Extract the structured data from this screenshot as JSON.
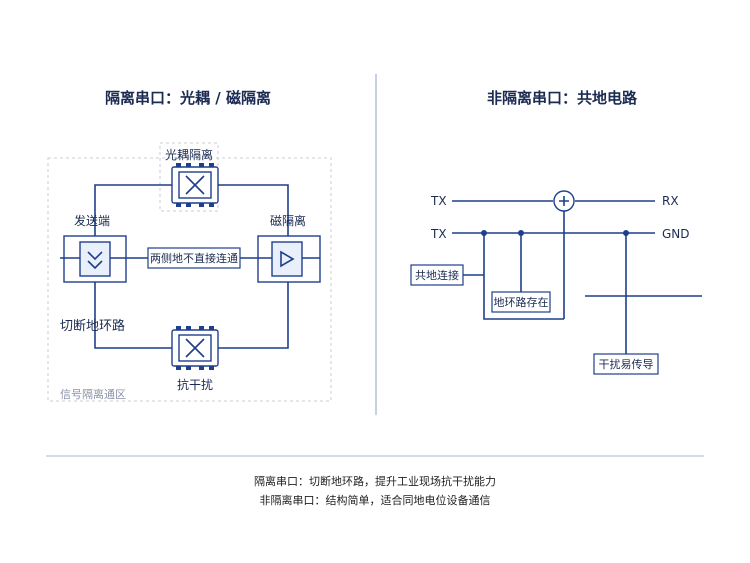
{
  "left": {
    "title": "隔离串口：光耦 / 磁隔离",
    "optocoupler_label": "光耦隔离",
    "sender_label": "发送端",
    "magnetic_label": "磁隔离",
    "middle_label": "两侧地不直接连通",
    "cut_loop_label": "切断地环路",
    "anti_interference_label": "抗干扰",
    "zone_label": "信号隔离通区"
  },
  "right": {
    "title": "非隔离串口：共地电路",
    "tx1": "TX",
    "tx2": "TX",
    "rx": "RX",
    "gnd": "GND",
    "common_ground_label": "共地连接",
    "ground_loop_label": "地环路存在",
    "interference_label": "干扰易传导"
  },
  "footer": {
    "line1": "隔离串口：切断地环路，提升工业现场抗干扰能力",
    "line2": "非隔离串口：结构简单，适合同地电位设备通信"
  },
  "colors": {
    "line": "#1f3f8c",
    "text": "#1b2b52"
  }
}
